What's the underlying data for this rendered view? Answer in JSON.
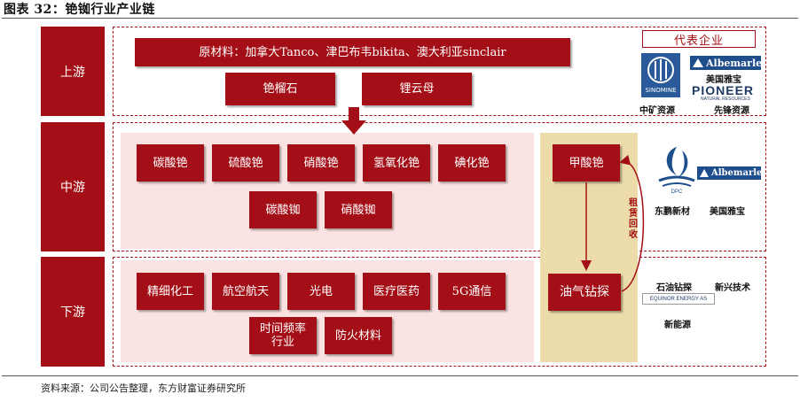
{
  "title": "图表 32：铯铷行业产业链",
  "source": "资料来源：公司公告整理，东方财富证券研究所",
  "colors": {
    "primary": "#a40e16",
    "pink_bg": "#fbe3e3",
    "tan_bg": "#ebdcaa",
    "albemarle_blue": "#1f4e8c"
  },
  "stages": {
    "upstream": "上游",
    "midstream": "中游",
    "downstream": "下游"
  },
  "upstream": {
    "raw_material": "原材料：加拿大Tanco、津巴布韦bikita、澳大利亚sinclair",
    "minerals": [
      "铯榴石",
      "锂云母"
    ]
  },
  "midstream": {
    "cesium_products": [
      "碳酸铯",
      "硫酸铯",
      "硝酸铯",
      "氢氧化铯",
      "碘化铯"
    ],
    "rubidium_products": [
      "碳酸铷",
      "硝酸铷"
    ],
    "formate": "甲酸铯",
    "recycle_label": [
      "租",
      "赁",
      "回",
      "收"
    ]
  },
  "downstream": {
    "applications_row1": [
      "精细化工",
      "航空航天",
      "光电",
      "医疗医药",
      "5G通信"
    ],
    "applications_row2": [
      "时间频率行业",
      "防火材料"
    ],
    "oil_gas": "油气钻探"
  },
  "representatives": {
    "header": "代表企业",
    "upstream": {
      "sinomine_logo": "SINOMINE",
      "sinomine": "中矿资源",
      "albemarle_logo": "Albemarle",
      "albemarle": "美国雅宝",
      "pioneer_logo": "PIONEER",
      "pioneer_sub": "NATURAL RESOURCES",
      "pioneer": "先锋资源"
    },
    "midstream": {
      "dpc_logo": "DPC",
      "dongpeng": "东鹏新材",
      "albemarle_logo": "Albemarle",
      "albemarle": "美国雅宝"
    },
    "downstream": {
      "oil": "石油钻探",
      "emerging": "新兴技术",
      "equinor_logo": "EQUINOR ENERGY AS",
      "new_energy": "新能源"
    }
  }
}
